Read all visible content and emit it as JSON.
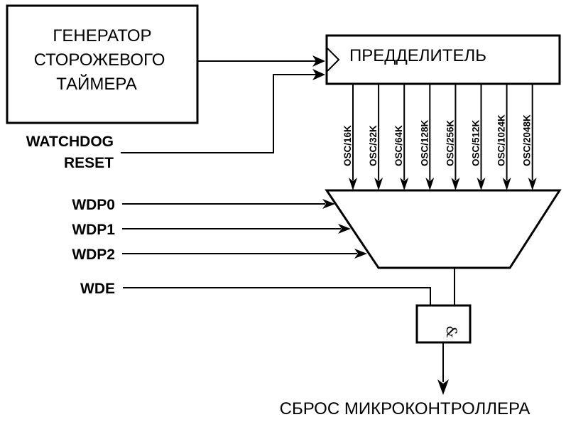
{
  "generator": {
    "lines": [
      "ГЕНЕРАТОР",
      "СТОРОЖЕВОГО",
      "ТАЙМЕРА"
    ]
  },
  "prescaler": {
    "title": "ПРЕДДЕЛИТЕЛЬ"
  },
  "reset_input": {
    "lines": [
      "WATCHDOG",
      "RESET"
    ]
  },
  "taps": [
    "OSC/16K",
    "OSC/32K",
    "OSC/64K",
    "OSC/128K",
    "OSC/256K",
    "OSC/512K",
    "OSC/1024K",
    "OSC/2048K"
  ],
  "select_inputs": [
    "WDP0",
    "WDP1",
    "WDP2"
  ],
  "enable_input": "WDE",
  "and_gate": {
    "symbol": "&"
  },
  "output_label": "СБРОС МИКРОКОНТРОЛЛЕРА"
}
